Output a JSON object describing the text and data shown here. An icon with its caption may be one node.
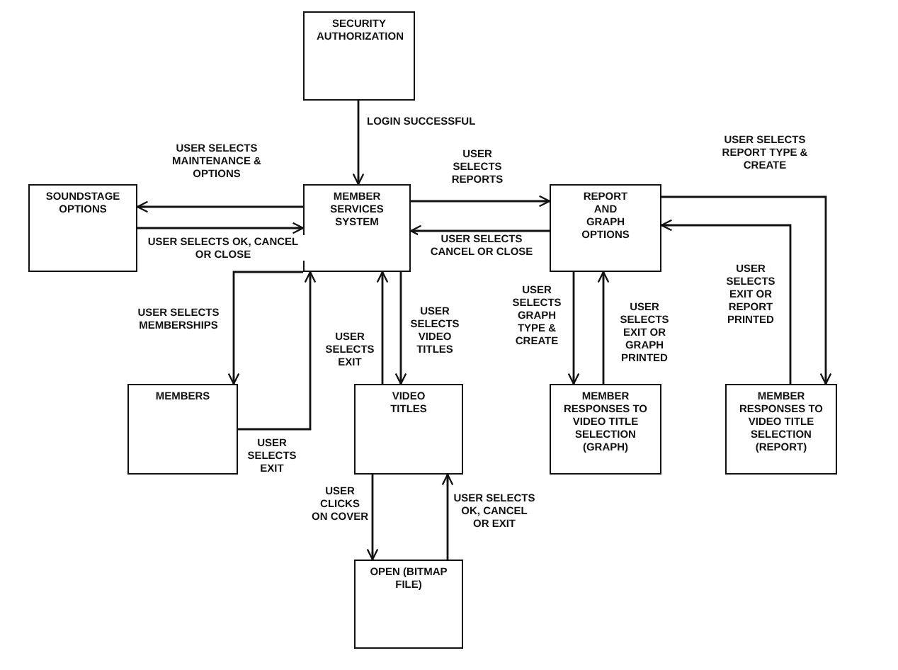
{
  "diagram": {
    "nodes": [
      {
        "text": [
          "SECURITY AUTHORIZATION"
        ]
      },
      {
        "text": [
          "SOUNDSTAGE OPTIONS"
        ]
      },
      {
        "text": [
          "MEMBER SERVICES SYSTEM"
        ]
      },
      {
        "text": [
          "REPORT AND GRAPH OPTIONS"
        ]
      },
      {
        "text": [
          "MEMBERS"
        ]
      },
      {
        "text": [
          "VIDEO TITLES"
        ]
      },
      {
        "text": [
          "MEMBER RESPONSES TO VIDEO TITLE SELECTION (GRAPH)"
        ]
      },
      {
        "text": [
          "MEMBER RESPONSES TO VIDEO TITLE SELECTION (REPORT)"
        ]
      },
      {
        "text": [
          "OPEN (BITMAP FILE)"
        ]
      }
    ],
    "edges": [
      {
        "from": 0,
        "to": 2,
        "arrow": "to",
        "label": "LOGIN SUCCESSFUL"
      },
      {
        "from": 2,
        "to": 1,
        "arrow": "to",
        "label": "USER SELECTS MAINTENANCE & OPTIONS"
      },
      {
        "from": 1,
        "to": 2,
        "arrow": "to",
        "label": "USER SELECTS OK, CANCEL OR CLOSE"
      },
      {
        "from": 2,
        "to": 3,
        "arrow": "to",
        "label": "USER SELECTS REPORTS"
      },
      {
        "from": 3,
        "to": 2,
        "arrow": "to",
        "label": "USER SELECTS CANCEL OR CLOSE"
      },
      {
        "from": 2,
        "to": 4,
        "arrow": "to",
        "label": "USER SELECTS MEMBERSHIPS"
      },
      {
        "from": 4,
        "to": 2,
        "arrow": "to",
        "label": "USER SELECTS EXIT"
      },
      {
        "from": 5,
        "to": 2,
        "arrow": "to",
        "label": "USER SELECTS EXIT"
      },
      {
        "from": 2,
        "to": 5,
        "arrow": "to",
        "label": "USER SELECTS VIDEO TITLES"
      },
      {
        "from": 3,
        "to": 6,
        "arrow": "to",
        "label": "USER SELECTS GRAPH TYPE & CREATE"
      },
      {
        "from": 6,
        "to": 3,
        "arrow": "to",
        "label": "USER SELECTS EXIT OR GRAPH PRINTED"
      },
      {
        "from": 3,
        "to": 7,
        "arrow": "to",
        "label": "USER SELECTS REPORT TYPE & CREATE"
      },
      {
        "from": 7,
        "to": 3,
        "arrow": "to",
        "label": "USER SELECTS EXIT OR REPORT PRINTED"
      },
      {
        "from": 5,
        "to": 8,
        "arrow": "to",
        "label": "USER CLICKS ON COVER"
      },
      {
        "from": 8,
        "to": 5,
        "arrow": "to",
        "label": "USER SELECTS OK, CANCEL OR EXIT"
      }
    ]
  }
}
